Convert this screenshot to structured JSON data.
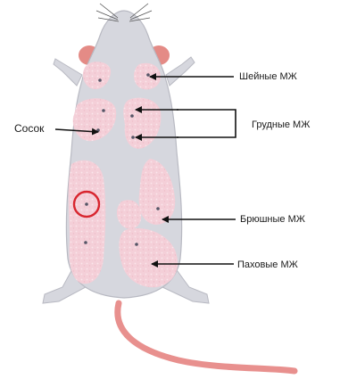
{
  "labels": {
    "nipple": "Сосок",
    "cervical": "Шейные МЖ",
    "thoracic": "Грудные МЖ",
    "abdominal": "Брюшные МЖ",
    "inguinal": "Паховые МЖ"
  },
  "colors": {
    "body": "#d6d7de",
    "body_outline": "#b8b9c2",
    "gland": "#f4cfd8",
    "gland_texture": "#f9e3e9",
    "nipple": "#555566",
    "tail": "#e8908e",
    "ear": "#e48b86",
    "highlight_circle": "#d8262f",
    "arrow": "#111111"
  },
  "highlighted_nipple": "left abdominal nipple"
}
